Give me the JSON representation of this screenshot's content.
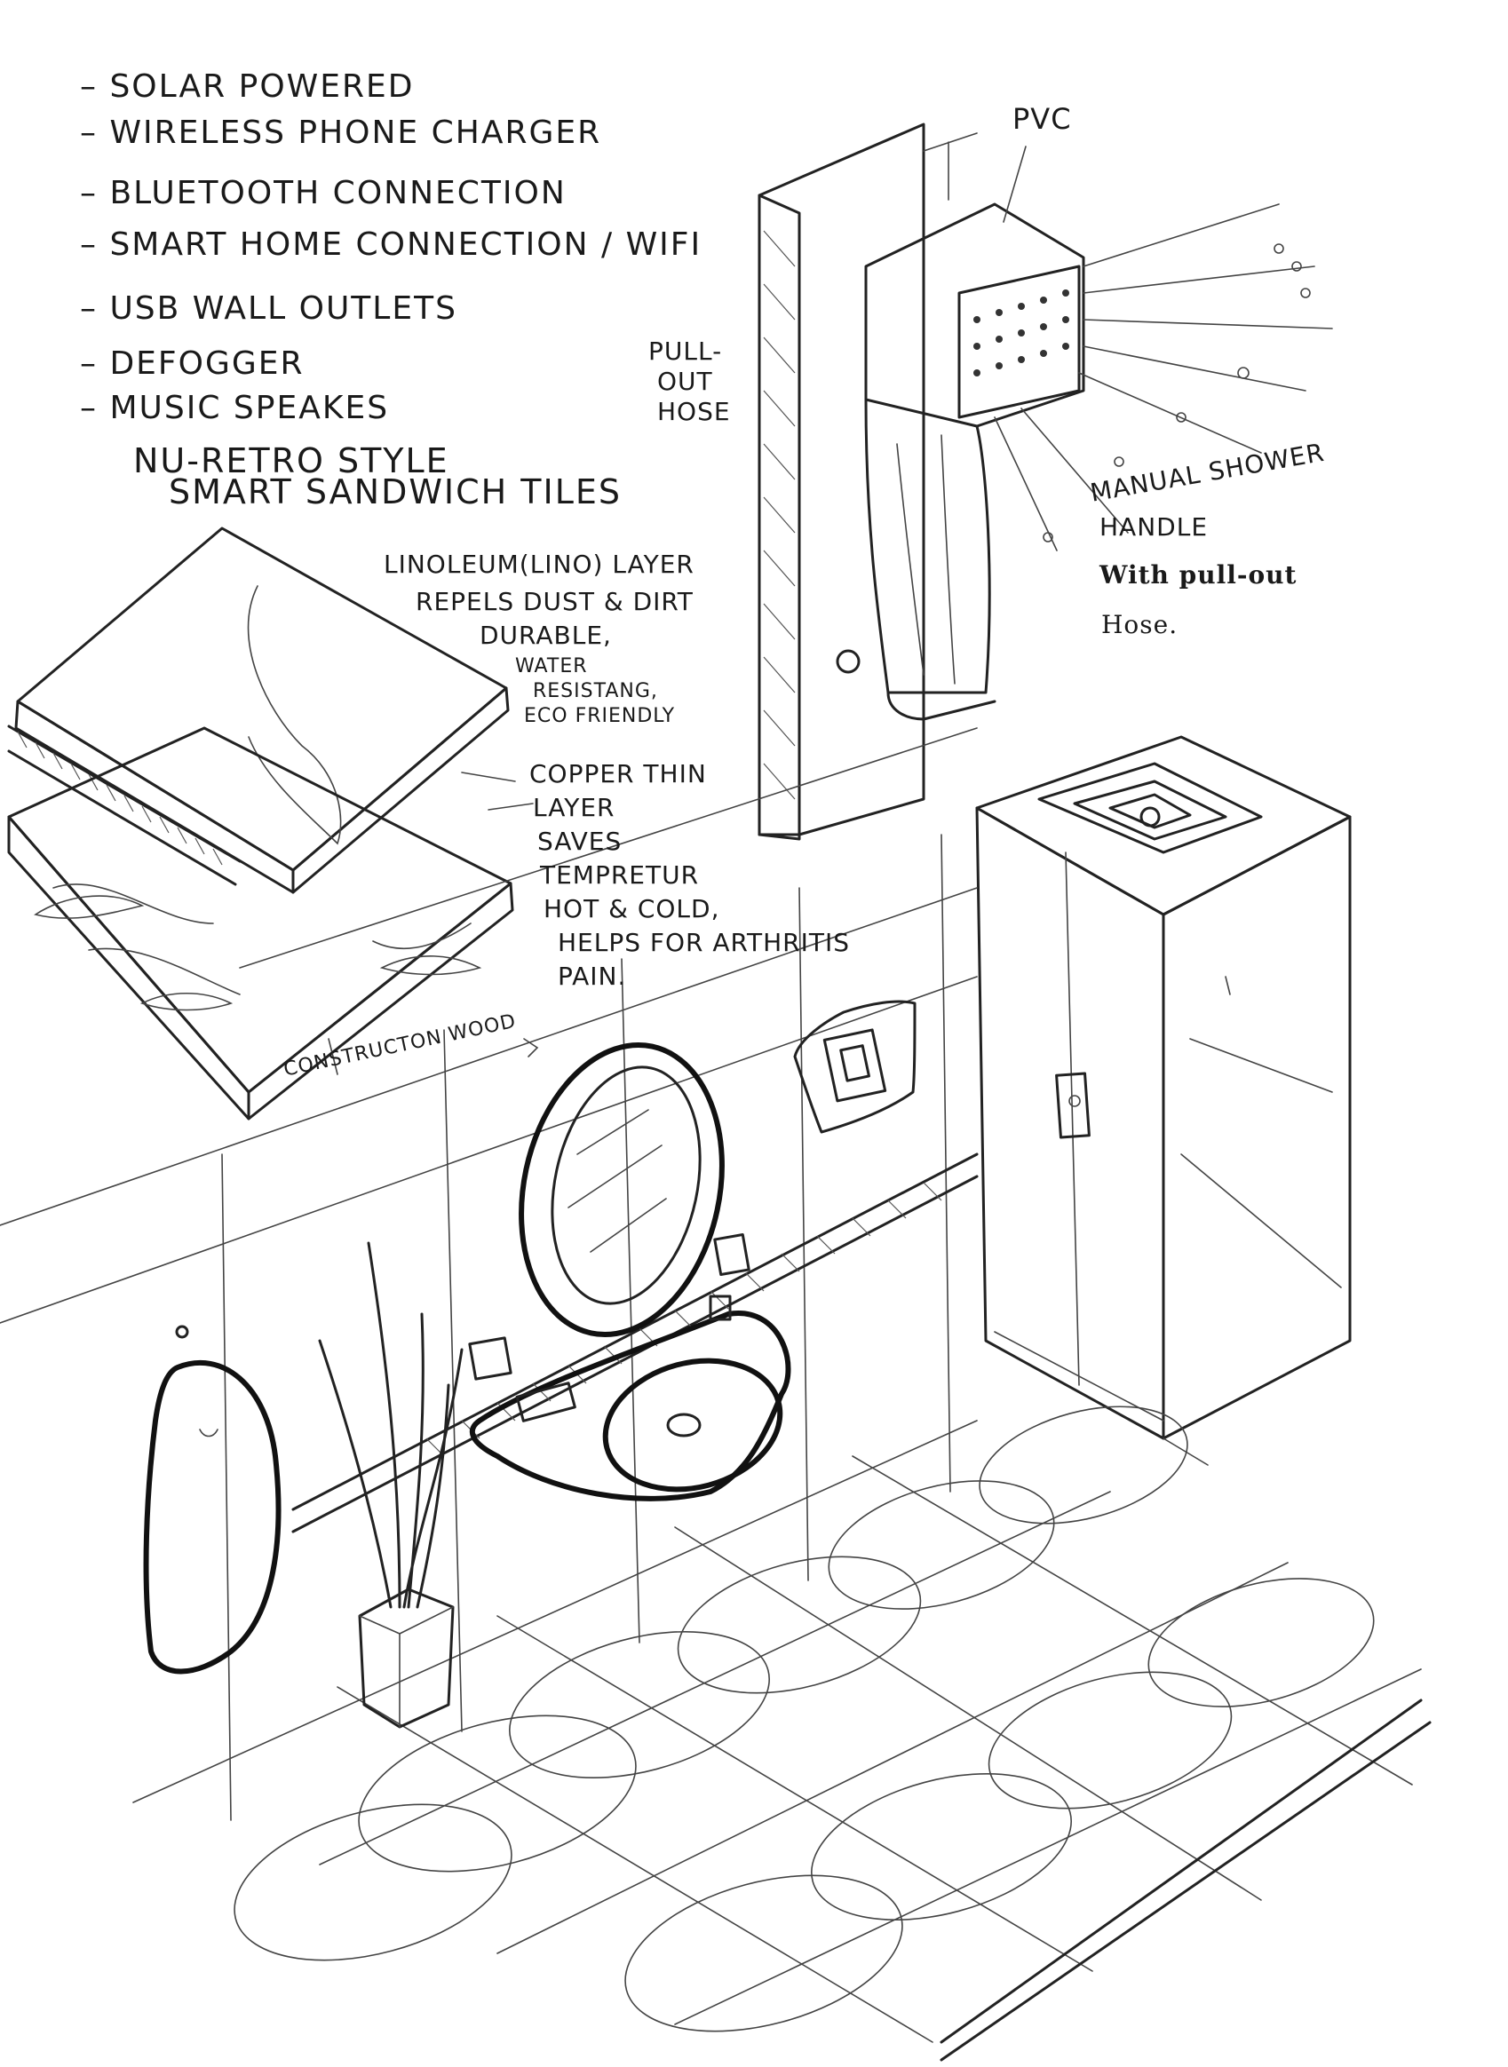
{
  "features": [
    "SOLAR POWERED",
    "WIRELESS PHONE CHARGER",
    "BLUETOOTH CONNECTION",
    "SMART HOME CONNECTION / WIFI",
    "USB WALL OUTLETS",
    "DEFOGGER",
    "MUSIC SPEAKES"
  ],
  "tile_title": [
    "NU-RETRO STYLE",
    "SMART SANDWICH TILES"
  ],
  "linoleum_note": [
    "LINOLEUM(LINO) LAYER",
    "REPELS DUST & DIRT",
    "DURABLE,",
    "WATER",
    "RESISTANG,",
    "ECO FRIENDLY"
  ],
  "copper_note": [
    "COPPER THIN",
    "LAYER",
    "SAVES",
    "TEMPRETUR",
    "HOT & COLD,",
    "HELPS FOR ARTHRITIS",
    "PAIN."
  ],
  "wood_label": "CONSTRUCTON WOOD",
  "pvc_label": "PVC",
  "hose_label": [
    "PULL-",
    "OUT",
    "HOSE"
  ],
  "shower_note": [
    "MANUAL SHOWER",
    "HANDLE",
    "With pull-out",
    "Hose."
  ]
}
